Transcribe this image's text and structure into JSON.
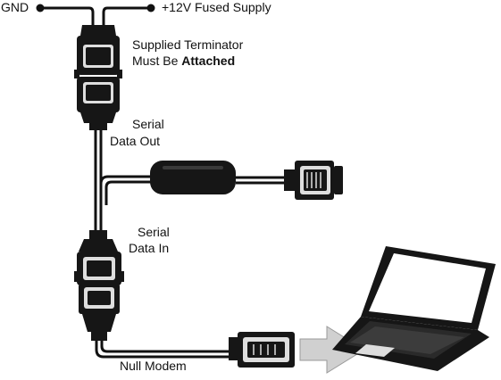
{
  "labels": {
    "gnd": "GND",
    "supply": "+12V Fused Supply",
    "terminator_line1": "Supplied Terminator",
    "terminator_line2_prefix": "Must Be ",
    "terminator_line2_bold": "Attached",
    "serial_out_line1": "Serial",
    "serial_out_line2": "Data Out",
    "serial_in_line1": "Serial",
    "serial_in_line2": "Data In",
    "null_modem": "Null Modem"
  },
  "colors": {
    "cable": "#111111",
    "connector": "#161616",
    "connector_highlight": "#dedede",
    "laptop_screen": "#ffffff",
    "arrow": "#d0d0d0"
  }
}
